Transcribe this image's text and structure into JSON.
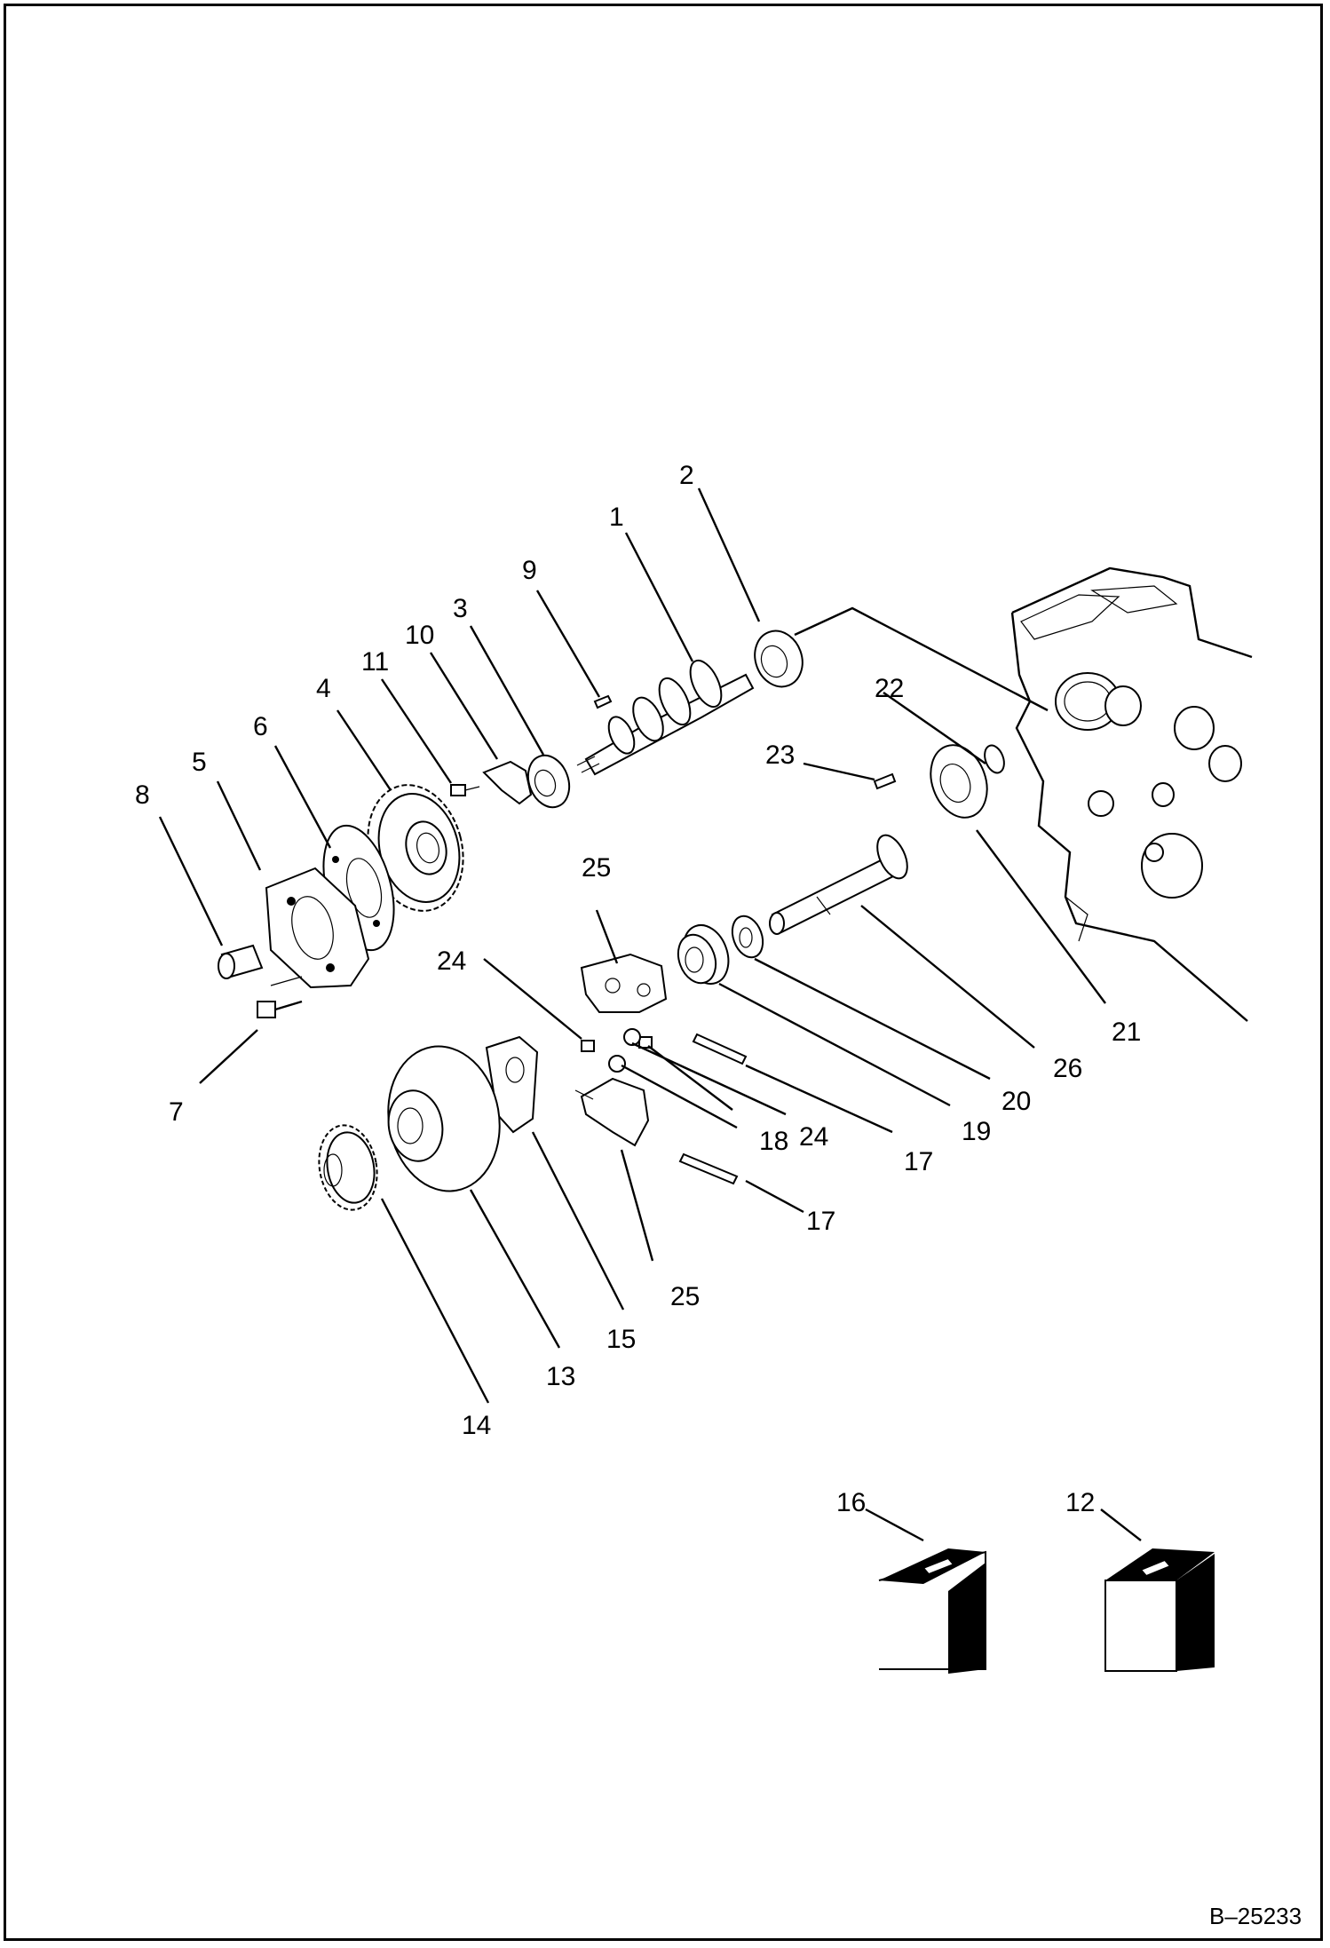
{
  "document_number": "B–25233",
  "callouts": [
    {
      "id": "c1",
      "label": "1"
    },
    {
      "id": "c2",
      "label": "2"
    },
    {
      "id": "c3",
      "label": "3"
    },
    {
      "id": "c4",
      "label": "4"
    },
    {
      "id": "c5",
      "label": "5"
    },
    {
      "id": "c6",
      "label": "6"
    },
    {
      "id": "c7",
      "label": "7"
    },
    {
      "id": "c8",
      "label": "8"
    },
    {
      "id": "c9",
      "label": "9"
    },
    {
      "id": "c10",
      "label": "10"
    },
    {
      "id": "c11",
      "label": "11"
    },
    {
      "id": "c12",
      "label": "12"
    },
    {
      "id": "c13",
      "label": "13"
    },
    {
      "id": "c14",
      "label": "14"
    },
    {
      "id": "c15",
      "label": "15"
    },
    {
      "id": "c16",
      "label": "16"
    },
    {
      "id": "c17a",
      "label": "17"
    },
    {
      "id": "c17b",
      "label": "17"
    },
    {
      "id": "c18",
      "label": "18"
    },
    {
      "id": "c19",
      "label": "19"
    },
    {
      "id": "c20",
      "label": "20"
    },
    {
      "id": "c21",
      "label": "21"
    },
    {
      "id": "c22",
      "label": "22"
    },
    {
      "id": "c23",
      "label": "23"
    },
    {
      "id": "c24a",
      "label": "24"
    },
    {
      "id": "c24b",
      "label": "24"
    },
    {
      "id": "c25a",
      "label": "25"
    },
    {
      "id": "c25b",
      "label": "25"
    },
    {
      "id": "c26",
      "label": "26"
    }
  ],
  "colors": {
    "ink": "#000000",
    "paper": "#ffffff"
  }
}
